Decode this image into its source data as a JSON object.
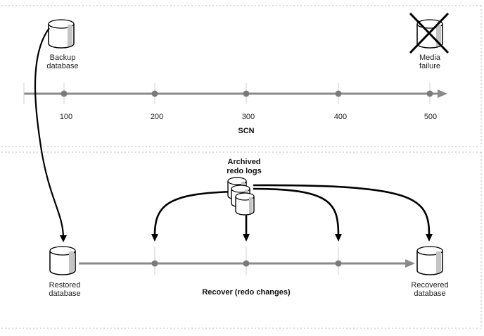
{
  "top_panel": {
    "backup_label": [
      "Backup",
      "database"
    ],
    "media_failure_label": [
      "Media",
      "failure"
    ],
    "ticks": [
      "100",
      "200",
      "300",
      "400",
      "500"
    ],
    "axis_label": "SCN"
  },
  "bottom_panel": {
    "archived_label": [
      "Archived",
      "redo logs"
    ],
    "restored_label": [
      "Restored",
      "database"
    ],
    "recovered_label": [
      "Recovered",
      "database"
    ],
    "recover_label": "Recover (redo changes)"
  },
  "colors": {
    "axis": "#8a8a8a",
    "dot": "#7a7a7a",
    "arrow": "#000000",
    "panel_border": "#bbbbbb"
  },
  "icons": {
    "database": "cylinder-icon",
    "failure": "x-mark-icon"
  }
}
